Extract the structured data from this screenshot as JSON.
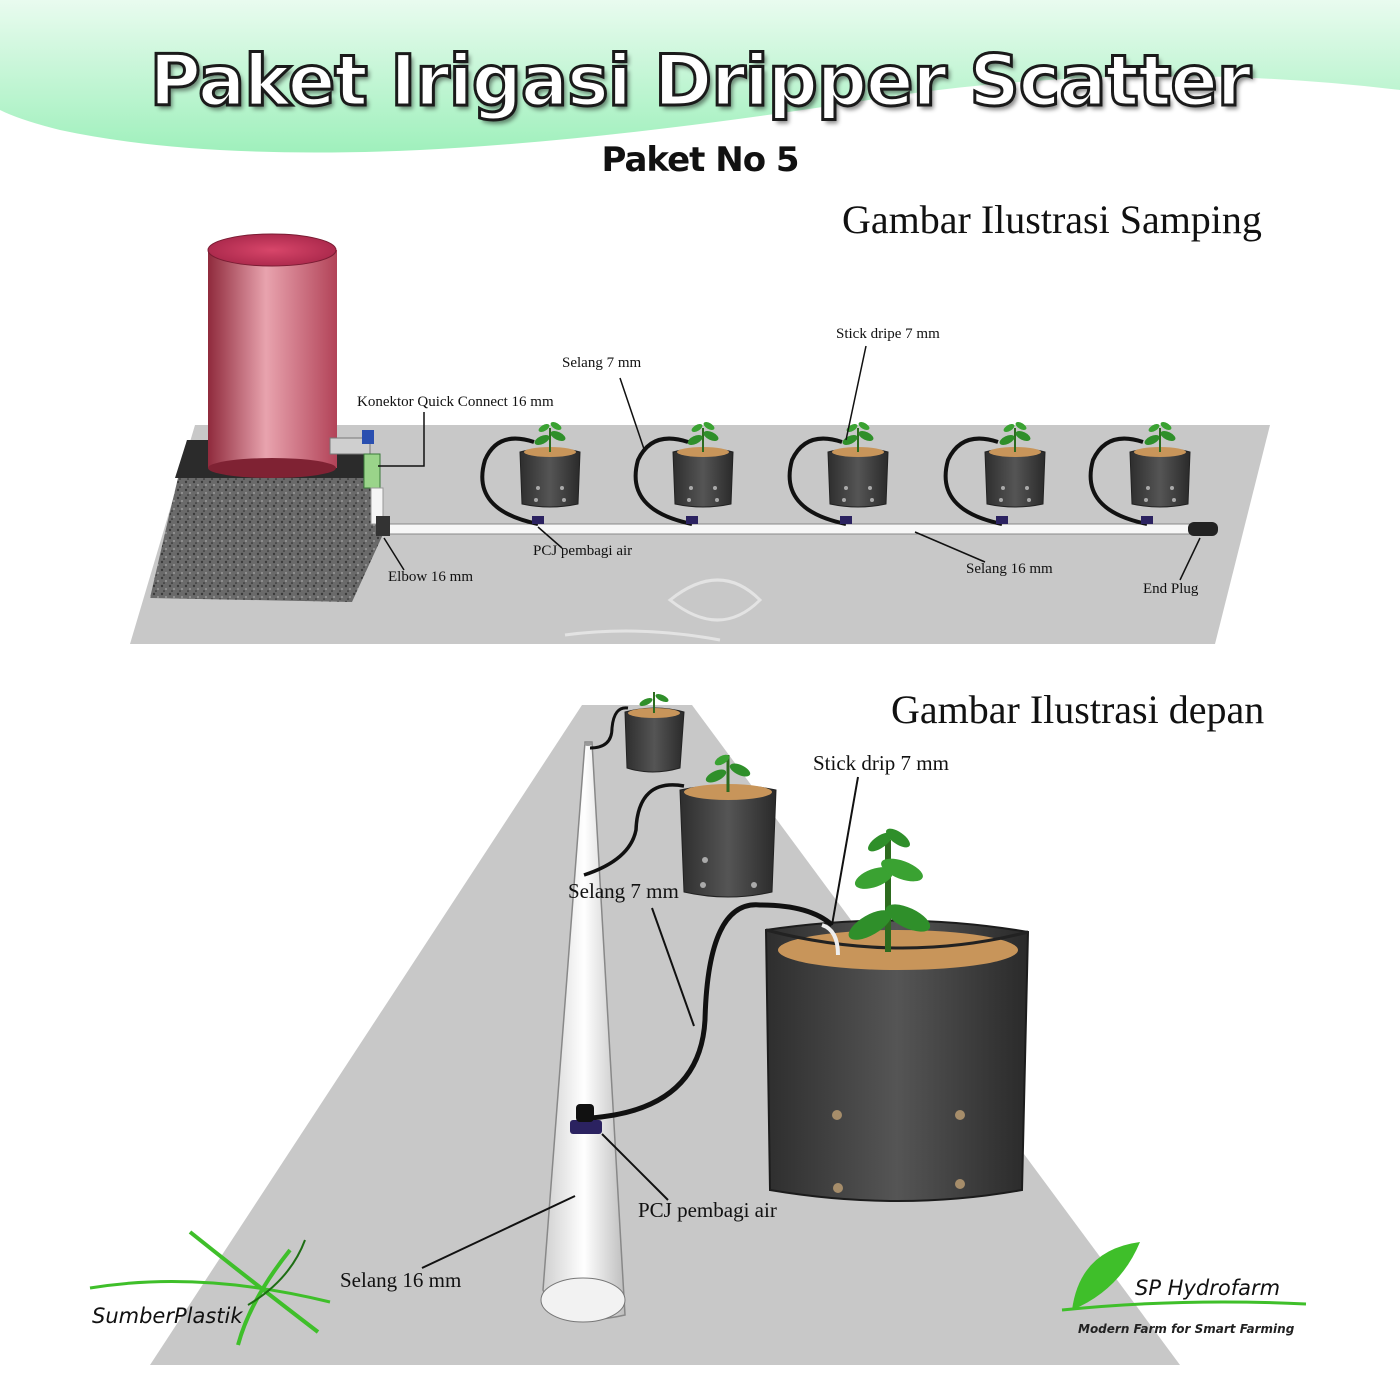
{
  "header": {
    "title": "Paket Irigasi  Dripper Scatter",
    "subtitle": "Paket No 5"
  },
  "side_view": {
    "title": "Gambar Ilustrasi Samping",
    "labels": {
      "connector": "Konektor Quick Connect 16 mm",
      "hose_small": "Selang 7 mm",
      "stick": "Stick dripe 7 mm",
      "pcj": "PCJ pembagi air",
      "elbow": "Elbow 16 mm",
      "hose_main": "Selang 16 mm",
      "end_plug": "End Plug"
    }
  },
  "front_view": {
    "title": "Gambar Ilustrasi depan",
    "labels": {
      "stick": "Stick drip 7 mm",
      "hose_small": "Selang 7 mm",
      "pcj": "PCJ pembagi air",
      "hose_main": "Selang 16 mm"
    }
  },
  "logos": {
    "left": "SumberPlastik",
    "right": "SP Hydrofarm",
    "right_tagline": "Modern Farm for Smart Farming"
  },
  "colors": {
    "tank": "#c9596c",
    "floor": "#c8c8c8",
    "polybag": "#3e3e3e",
    "leaf": "#2f8f2a",
    "brand_green": "#3fbf2a"
  }
}
